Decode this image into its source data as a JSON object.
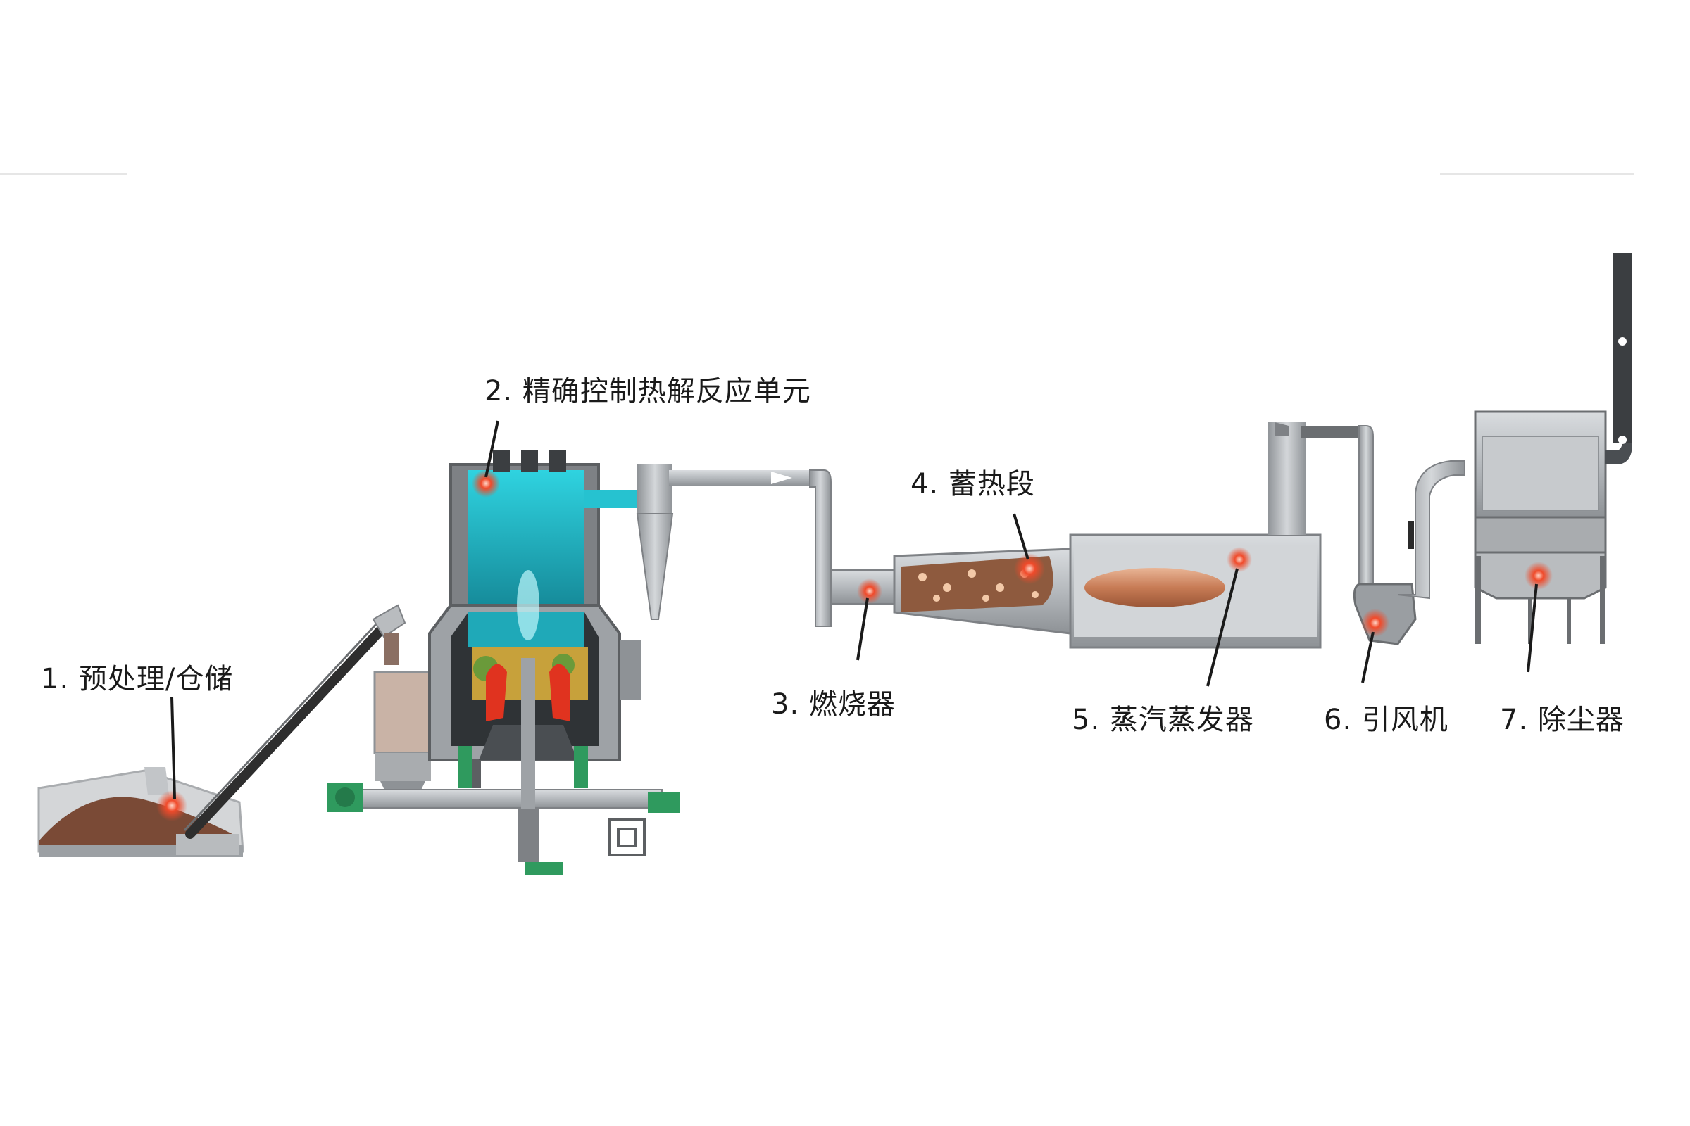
{
  "labels": {
    "l1": "1. 预处理/仓储",
    "l2": "2. 精确控制热解反应单元",
    "l3": "3. 燃烧器",
    "l4": "4.  蓄热段",
    "l5": "5. 蒸汽蒸发器",
    "l6": "6. 引风机",
    "l7": "7. 除尘器"
  },
  "colors": {
    "steel": "#b5b9bd",
    "steel_dark": "#8e9296",
    "chamber": "#4a4e52",
    "teal": "#26c2d0",
    "flame": "#e0331f",
    "marker": "#f04a2a",
    "material": "#7a4a36",
    "green": "#2f9a5e",
    "leader": "#1a1a1a"
  }
}
